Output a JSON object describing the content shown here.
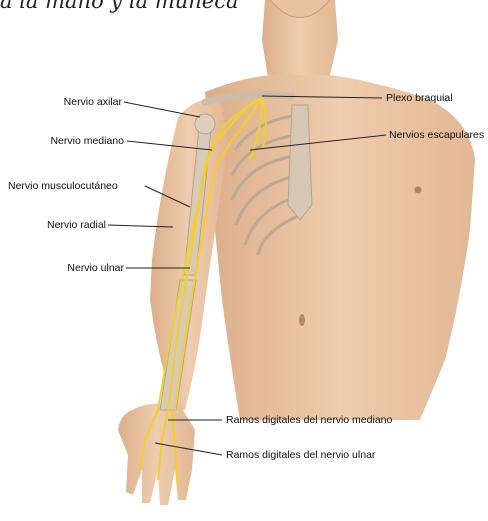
{
  "title": "a la mano y la muñeca",
  "labels": {
    "axilar": "Nervio axilar",
    "mediano": "Nervio mediano",
    "musculocutaneo": "Nervio musculocutáneo",
    "radial": "Nervio radial",
    "ulnar": "Nervio ulnar",
    "plexo": "Plexo braquial",
    "escapulares": "Nervios escapulares",
    "digitales_mediano": "Ramos digitales del nervio mediano",
    "digitales_ulnar": "Ramos digitales del nervio ulnar"
  },
  "colors": {
    "skin": "#e9c4a2",
    "skin_shadow": "#d6a27f",
    "bone": "#c9b9a6",
    "bone_light": "#e4d8c8",
    "nerve": "#f2cf2a",
    "leader": "#222222"
  }
}
